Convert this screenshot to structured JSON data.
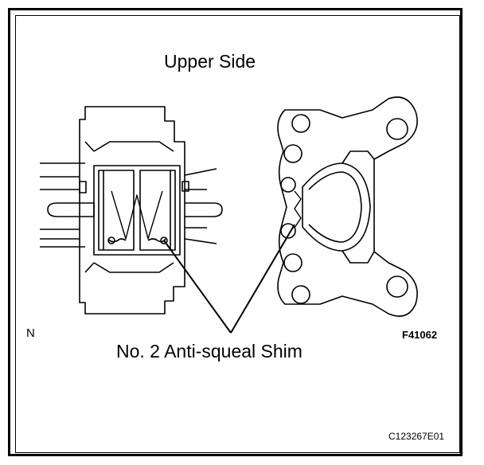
{
  "labels": {
    "upper_side": "Upper Side",
    "part_name": "No. 2 Anti-squeal Shim",
    "direction": "N",
    "figure_id": "F41062",
    "catalog_code": "C123267E01"
  },
  "colors": {
    "line": "#000000",
    "background": "#ffffff"
  }
}
